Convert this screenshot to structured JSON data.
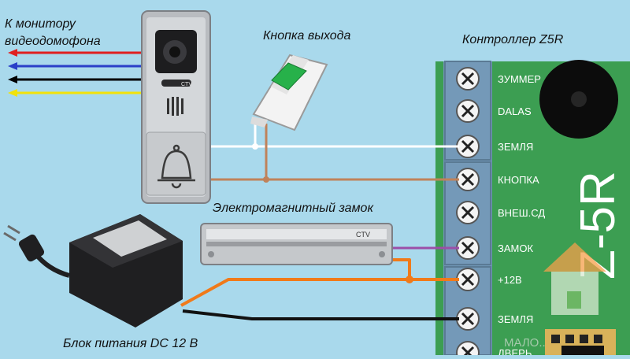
{
  "labels": {
    "monitor_line1": "К  монитору",
    "monitor_line2": "видеодомофона",
    "exit_button": "Кнопка выхода",
    "controller": "Контроллер Z5R",
    "lock": "Электромагнитный замок",
    "power_supply": "Блок питания DC 12 В"
  },
  "controller": {
    "model_mark": "Z-5R",
    "terminals": [
      "ЗУММЕР",
      "DALAS",
      "ЗЕМЛЯ",
      "КНОПКА",
      "ВНЕШ.СД",
      "ЗАМОК",
      "+12В",
      "ЗЕМЛЯ",
      "ДВЕРЬ"
    ]
  },
  "panel_logo": "CTV",
  "lock_logo": "CTV",
  "watermark": "МАЛО...",
  "colors": {
    "background": "#a9d9ec",
    "board": "#3c9e52",
    "wire_white": "#ffffff",
    "wire_brown": "#c0825a",
    "wire_purple": "#9c4fa8",
    "wire_orange": "#f07a1a",
    "wire_black": "#111111",
    "arrow_red": "#e02020",
    "arrow_blue": "#2a40c8",
    "arrow_black": "#000000",
    "arrow_yellow": "#f2e20a"
  }
}
